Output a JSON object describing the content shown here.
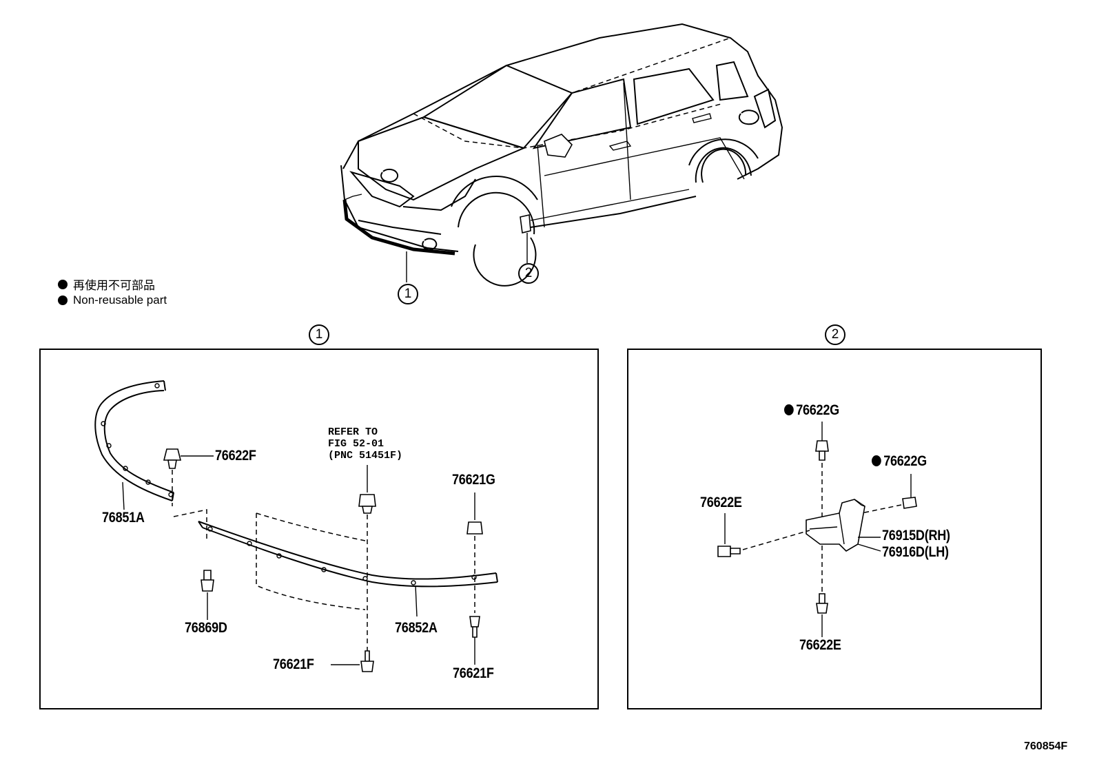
{
  "legend": {
    "items": [
      {
        "text": "再使用不可部品"
      },
      {
        "text": "Non-reusable part"
      }
    ]
  },
  "callouts": {
    "one": "1",
    "two": "2"
  },
  "panel_1": {
    "title": "1",
    "note": "REFER TO\nFIG 52-01\n(PNC 51451F)",
    "parts": {
      "p76622F": "76622F",
      "p76851A": "76851A",
      "p76621G": "76621G",
      "p76869D": "76869D",
      "p76852A": "76852A",
      "p76621F_a": "76621F",
      "p76621F_b": "76621F"
    }
  },
  "panel_2": {
    "title": "2",
    "parts": {
      "p76622G_top": "76622G",
      "p76622G_right": "76622G",
      "p76622E_left": "76622E",
      "p76915D": "76915D(RH)",
      "p76916D": "76916D(LH)",
      "p76622E_bottom": "76622E"
    }
  },
  "figure_id": "760854F"
}
